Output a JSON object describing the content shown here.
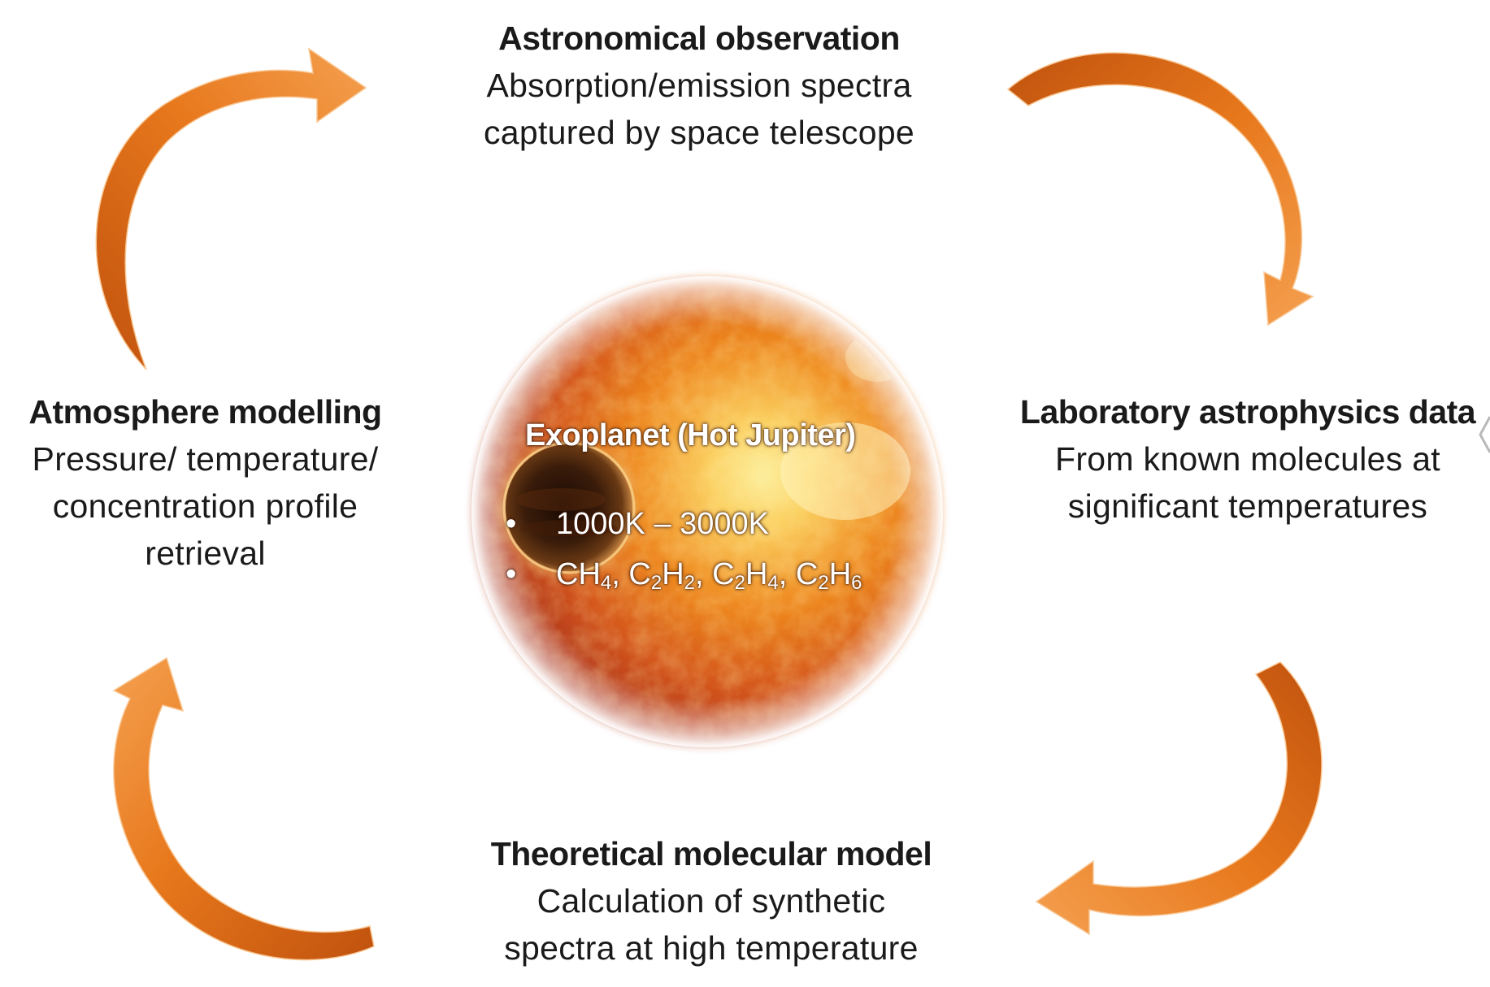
{
  "diagram": {
    "top": {
      "title": "Astronomical observation",
      "line1": "Absorption/emission spectra",
      "line2": "captured by space telescope"
    },
    "right": {
      "title": "Laboratory astrophysics data",
      "line1": "From known molecules at",
      "line2": "significant temperatures"
    },
    "bottom": {
      "title": "Theoretical molecular model",
      "line1": "Calculation of synthetic",
      "line2": "spectra at high temperature"
    },
    "left": {
      "title": "Atmosphere modelling",
      "line1": "Pressure/ temperature/",
      "line2": "concentration profile",
      "line3": "retrieval"
    },
    "center": {
      "title": "Exoplanet (Hot Jupiter)",
      "bullet_symbol": "•",
      "temperature_range": "1000K – 3000K",
      "molecules": [
        {
          "base": "CH",
          "sub": "4",
          "sep": ", "
        },
        {
          "base": "C",
          "sub": "2",
          "mid": "H",
          "sub2": "2",
          "sep": ", "
        },
        {
          "base": "C",
          "sub": "2",
          "mid": "H",
          "sub2": "4",
          "sep": ", "
        },
        {
          "base": "C",
          "sub": "2",
          "mid": "H",
          "sub2": "6",
          "sep": ""
        }
      ]
    }
  },
  "colors": {
    "arrow_dark": "#c8580c",
    "arrow_mid": "#e8781c",
    "arrow_light": "#f7a35a",
    "star_core": "#fbe07a",
    "star_mid": "#ef8a20",
    "star_edge": "#b83a10",
    "planet": "#2b1408",
    "text_dark": "#1a1a1a",
    "text_light": "#ffffff"
  },
  "icons": {
    "cycle_arrows": "curved-arrow-icon",
    "edge_chevron": "chevron-left-icon"
  }
}
